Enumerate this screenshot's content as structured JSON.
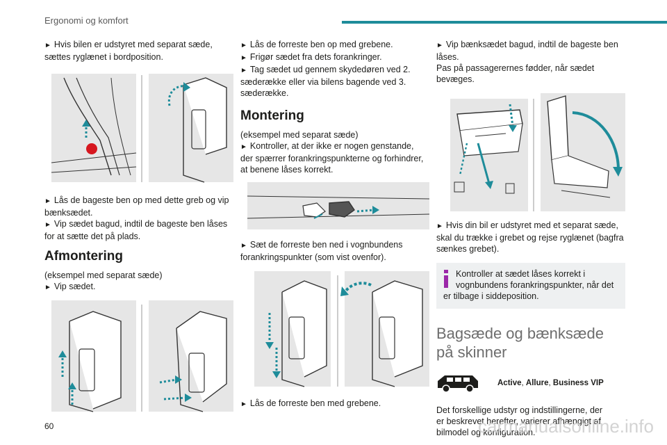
{
  "header": {
    "title": "Ergonomi og komfort"
  },
  "page_number": "60",
  "watermark": "carmanualsonline.info",
  "colors": {
    "accent": "#1e8c9a",
    "info_icon": "#9b27a8",
    "line_art": "#333333",
    "shade": "#e6e6e6"
  },
  "column1": {
    "p1_line1": "Hvis bilen er udstyret med separat sæde,",
    "p1_line2": "sættes ryglænet i bordposition.",
    "p2_line1": "Lås de bageste ben op med dette greb og vip",
    "p2_line2": "bænksædet.",
    "p3_line1": "Vip sædet bagud, indtil de bageste ben låses",
    "p3_line2": "for at sætte det på plads.",
    "heading": "Afmontering",
    "p4": "(eksempel med separat sæde)",
    "p5": "Vip sædet."
  },
  "column2": {
    "p1": "Lås de forreste ben op med grebene.",
    "p2": "Frigør sædet fra dets forankringer.",
    "p3_line1": "Tag sædet ud gennem skydedøren ved 2.",
    "p3_line2": "sæderække eller via bilens bagende ved 3.",
    "p3_line3": "sæderække.",
    "heading": "Montering",
    "p4": "(eksempel med separat sæde)",
    "p5_line1": "Kontroller, at der ikke er nogen genstande,",
    "p5_line2": "der spærrer forankringspunkterne og forhindrer,",
    "p5_line3": "at benene låses korrekt.",
    "p6_line1": "Sæt de forreste ben ned i vognbundens",
    "p6_line2": "forankringspunkter (som vist ovenfor).",
    "p7": "Lås de forreste ben med grebene."
  },
  "column3": {
    "p1_line1": "Vip bænksædet bagud, indtil de bageste ben",
    "p1_line2": "låses.",
    "p2_line1": "Pas på passagerernes fødder, når sædet",
    "p2_line2": "bevæges.",
    "p3_line1": "Hvis din bil er udstyret med et separat sæde,",
    "p3_line2": "skal du trække i grebet og rejse ryglænet (bagfra",
    "p3_line3": "sænkes grebet).",
    "info_line1": "Kontroller at sædet låses korrekt i",
    "info_line2": "vognbundens forankringspunkter, når det",
    "info_line3": "er tilbage i siddeposition.",
    "big_heading_line1": "Bagsæde og bænksæde",
    "big_heading_line2": "på skinner",
    "variant_active": "Active",
    "variant_sep1": ", ",
    "variant_allure": "Allure",
    "variant_sep2": ", ",
    "variant_business": "Business VIP",
    "note_line1": "Det forskellige udstyr og indstillingerne, der",
    "note_line2": "er beskrevet herefter, varierer afhængigt af",
    "note_line3": "bilmodel og konfiguration."
  },
  "icons": {
    "bullet": "triangle-right",
    "info": "info-i",
    "van": "minivan-silhouette"
  }
}
